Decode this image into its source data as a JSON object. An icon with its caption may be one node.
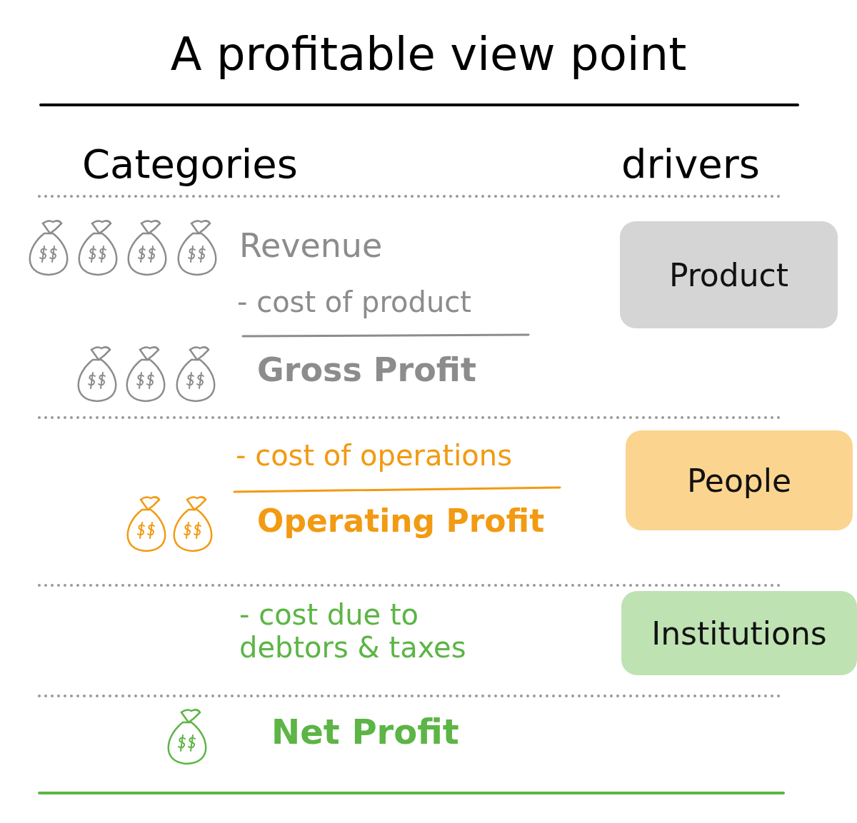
{
  "diagram": {
    "title": "A profitable view point",
    "nodes": [
      {
        "text": [
          "Product"
        ]
      },
      {
        "text": [
          "People"
        ]
      },
      {
        "text": [
          "Institutions"
        ]
      }
    ],
    "labels": [
      "Categories",
      "drivers",
      "Revenue",
      "- cost of product",
      "Gross Profit",
      "- cost of operations",
      "Operating Profit",
      "- cost due to debtors & taxes",
      "Net Profit"
    ]
  }
}
